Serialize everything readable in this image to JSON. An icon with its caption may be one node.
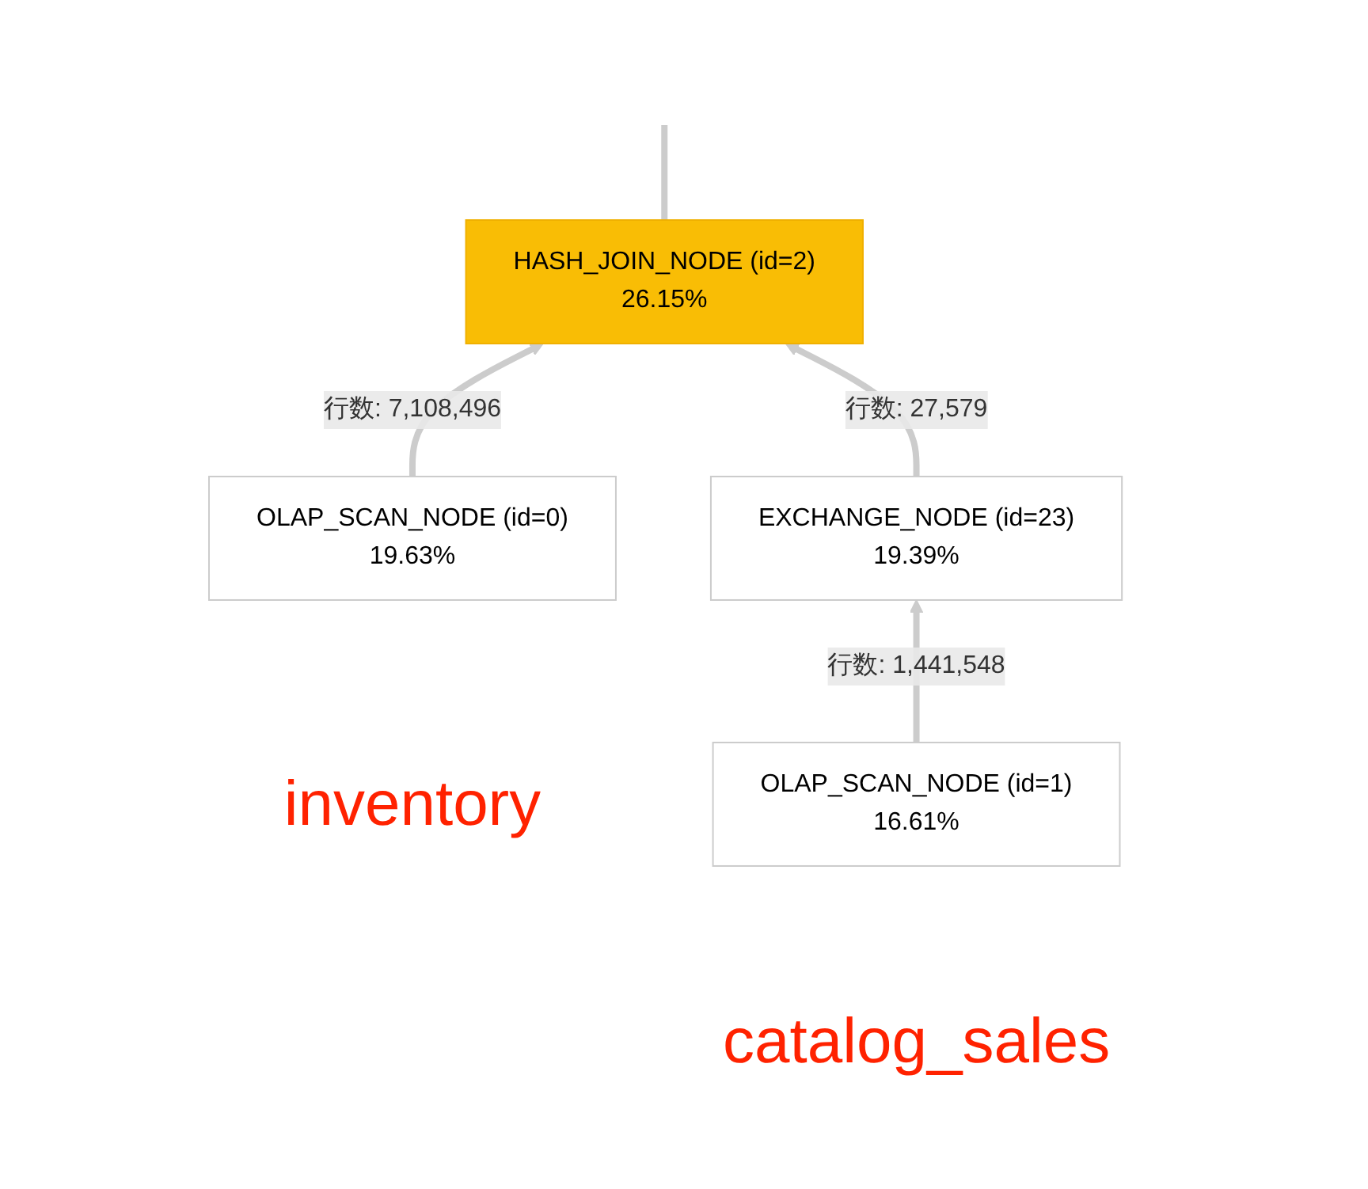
{
  "diagram": {
    "nodes": [
      {
        "text": [
          "HASH_JOIN_NODE (id=2)",
          "26.15%"
        ]
      },
      {
        "text": [
          "OLAP_SCAN_NODE (id=0)",
          "19.63%"
        ],
        "beside": [
          "inventory"
        ]
      },
      {
        "text": [
          "EXCHANGE_NODE (id=23)",
          "19.39%"
        ]
      },
      {
        "text": [
          "OLAP_SCAN_NODE (id=1)",
          "16.61%"
        ],
        "beside": [
          "catalog_sales"
        ]
      }
    ],
    "edges": [
      {
        "from": 0,
        "to": null,
        "arrow": "none"
      },
      {
        "from": 1,
        "to": 0,
        "arrow": "to",
        "label": "行数: 7,108,496"
      },
      {
        "from": 2,
        "to": 0,
        "arrow": "to",
        "label": "行数: 27,579"
      },
      {
        "from": 3,
        "to": 2,
        "arrow": "to",
        "label": "行数: 1,441,548"
      }
    ]
  }
}
